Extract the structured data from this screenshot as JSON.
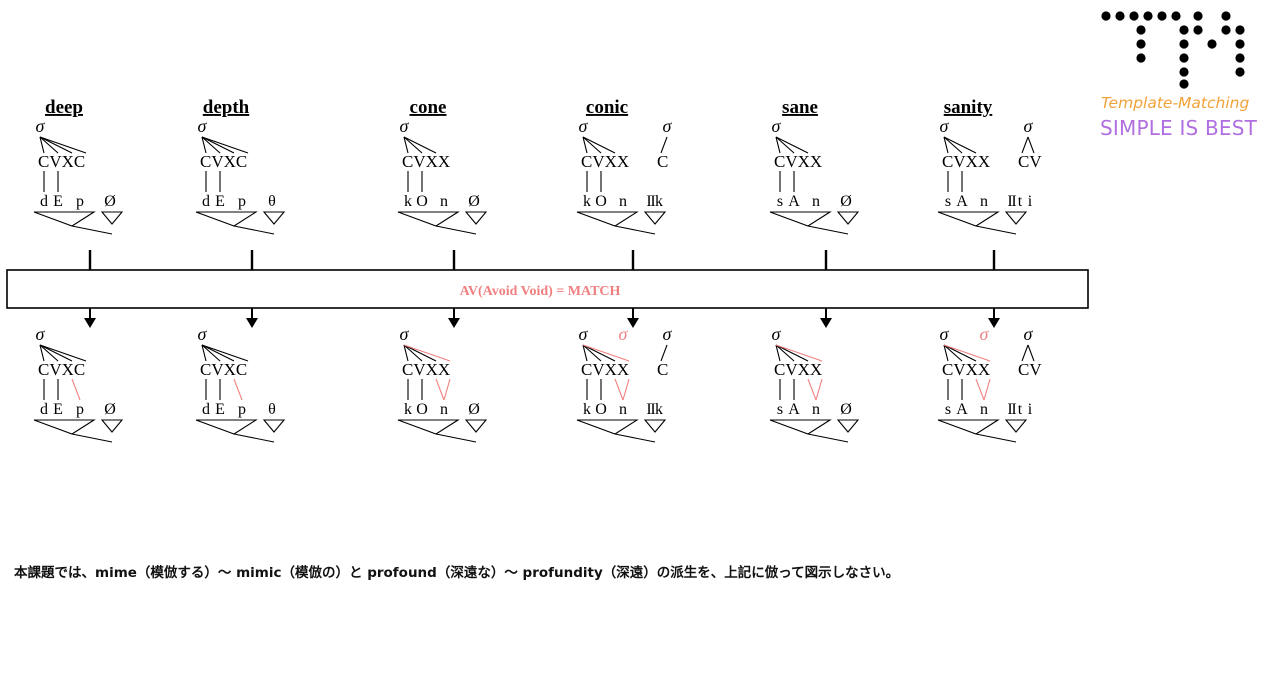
{
  "constraint": {
    "label": "AV(Avoid Void) = MATCH",
    "color": "#f08080"
  },
  "colors": {
    "ink": "#000000",
    "highlight": "#f08080",
    "logo_orange": "#f2a23a",
    "logo_purple": "#b06ee0"
  },
  "logo": {
    "line1": "Template-Matching",
    "line2": "SIMPLE IS BEST",
    "mark": "TM"
  },
  "caption": "本課題では、mime（模倣する）～ mimic（模倣の）と profound（深遠な）～ profundity（深遠）の派生を、上記に倣って図示しなさい。",
  "words": [
    {
      "word": "deep",
      "sigma": "σ",
      "skeleton": "CVXC",
      "segments": [
        "d",
        "E",
        "p",
        "Ø"
      ],
      "second_sigma": "",
      "second_skeleton": "",
      "second_segments": []
    },
    {
      "word": "depth",
      "sigma": "σ",
      "skeleton": "CVXC",
      "segments": [
        "d",
        "E",
        "p",
        "θ"
      ],
      "second_sigma": "",
      "second_skeleton": "",
      "second_segments": []
    },
    {
      "word": "cone",
      "sigma": "σ",
      "skeleton": "CVXX",
      "segments": [
        "k",
        "O",
        "n",
        "Ø"
      ],
      "second_sigma": "",
      "second_skeleton": "",
      "second_segments": []
    },
    {
      "word": "conic",
      "sigma": "σ",
      "skeleton": "CVXX",
      "segments": [
        "k",
        "O",
        "n",
        "I",
        "k"
      ],
      "second_sigma": "σ",
      "second_skeleton": "C",
      "second_segments": []
    },
    {
      "word": "sane",
      "sigma": "σ",
      "skeleton": "CVXX",
      "segments": [
        "s",
        "A",
        "n",
        "Ø"
      ],
      "second_sigma": "",
      "second_skeleton": "",
      "second_segments": []
    },
    {
      "word": "sanity",
      "sigma": "σ",
      "skeleton": "CVXX",
      "segments": [
        "s",
        "A",
        "n",
        "I",
        "t",
        "i"
      ],
      "second_sigma": "σ",
      "second_skeleton": "CV",
      "second_segments": []
    }
  ]
}
